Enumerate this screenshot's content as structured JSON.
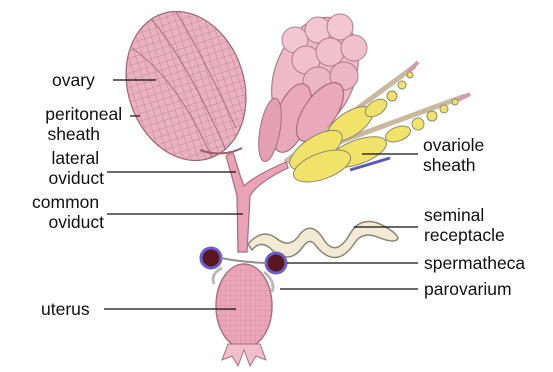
{
  "diagram": {
    "labels": {
      "ovary": "ovary",
      "peritoneal_sheath": [
        "peritoneal",
        "sheath"
      ],
      "lateral_oviduct": [
        "lateral",
        "oviduct"
      ],
      "common_oviduct": [
        "common",
        "oviduct"
      ],
      "uterus": "uterus",
      "ovariole_sheath": [
        "ovariole",
        "sheath"
      ],
      "seminal_receptacle": [
        "seminal",
        "receptacle"
      ],
      "spermatheca": "spermatheca",
      "parovarium": "parovarium"
    },
    "colors": {
      "tissue_pink": "#e8a2b5",
      "tissue_light": "#f3c8d3",
      "egg_yellow": "#f1e36a",
      "spermatheca_dark": "#5a1622",
      "spermatheca_ring": "#6a5fc8",
      "leader_line": "#111111"
    }
  }
}
